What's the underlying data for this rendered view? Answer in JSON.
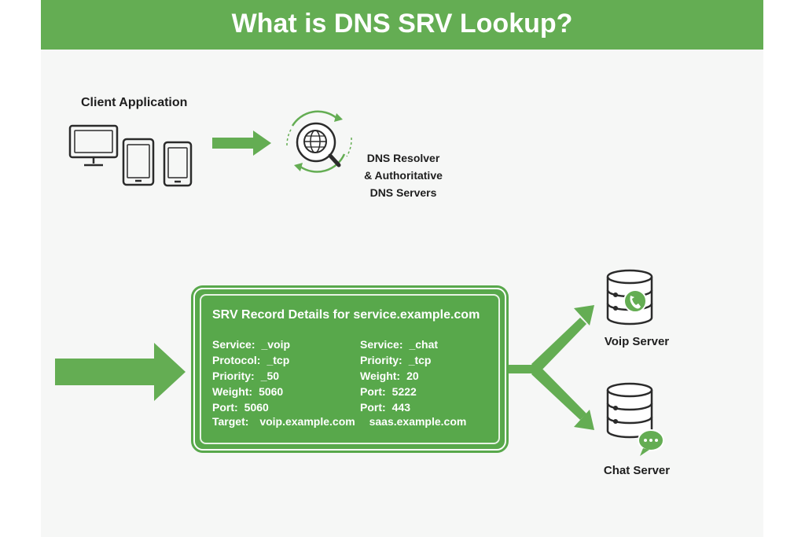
{
  "title": "What is DNS SRV Lookup?",
  "client": {
    "label": "Client Application"
  },
  "dns": {
    "lines": [
      "DNS Resolver",
      "& Authoritative",
      "DNS Servers"
    ]
  },
  "srv_record": {
    "heading": "SRV Record Details for service.example.com",
    "voip": [
      {
        "key": "Service:",
        "value": "_voip"
      },
      {
        "key": "Protocol:",
        "value": "_tcp"
      },
      {
        "key": "Priority:",
        "value": "_50"
      },
      {
        "key": "Weight:",
        "value": "5060"
      },
      {
        "key": "Port:",
        "value": "5060"
      }
    ],
    "chat": [
      {
        "key": "Service:",
        "value": "_chat"
      },
      {
        "key": "Priority:",
        "value": "_tcp"
      },
      {
        "key": "Weight:",
        "value": "20"
      },
      {
        "key": "Port:",
        "value": "5222"
      },
      {
        "key": "Port:",
        "value": "443"
      }
    ],
    "target_key": "Target:",
    "voip_target": "voip.example.com",
    "chat_target": "saas.example.com"
  },
  "servers": {
    "voip": "Voip Server",
    "chat": "Chat Server"
  },
  "colors": {
    "accent": "#64ad53",
    "box": "#58a84b",
    "text": "#1e1e1e",
    "icon": "#2b2b2b"
  },
  "icons": [
    "desktop-monitor-icon",
    "tablet-icon",
    "phone-icon",
    "dns-globe-search-icon",
    "database-server-icon",
    "phone-call-badge-icon",
    "chat-bubble-badge-icon"
  ]
}
